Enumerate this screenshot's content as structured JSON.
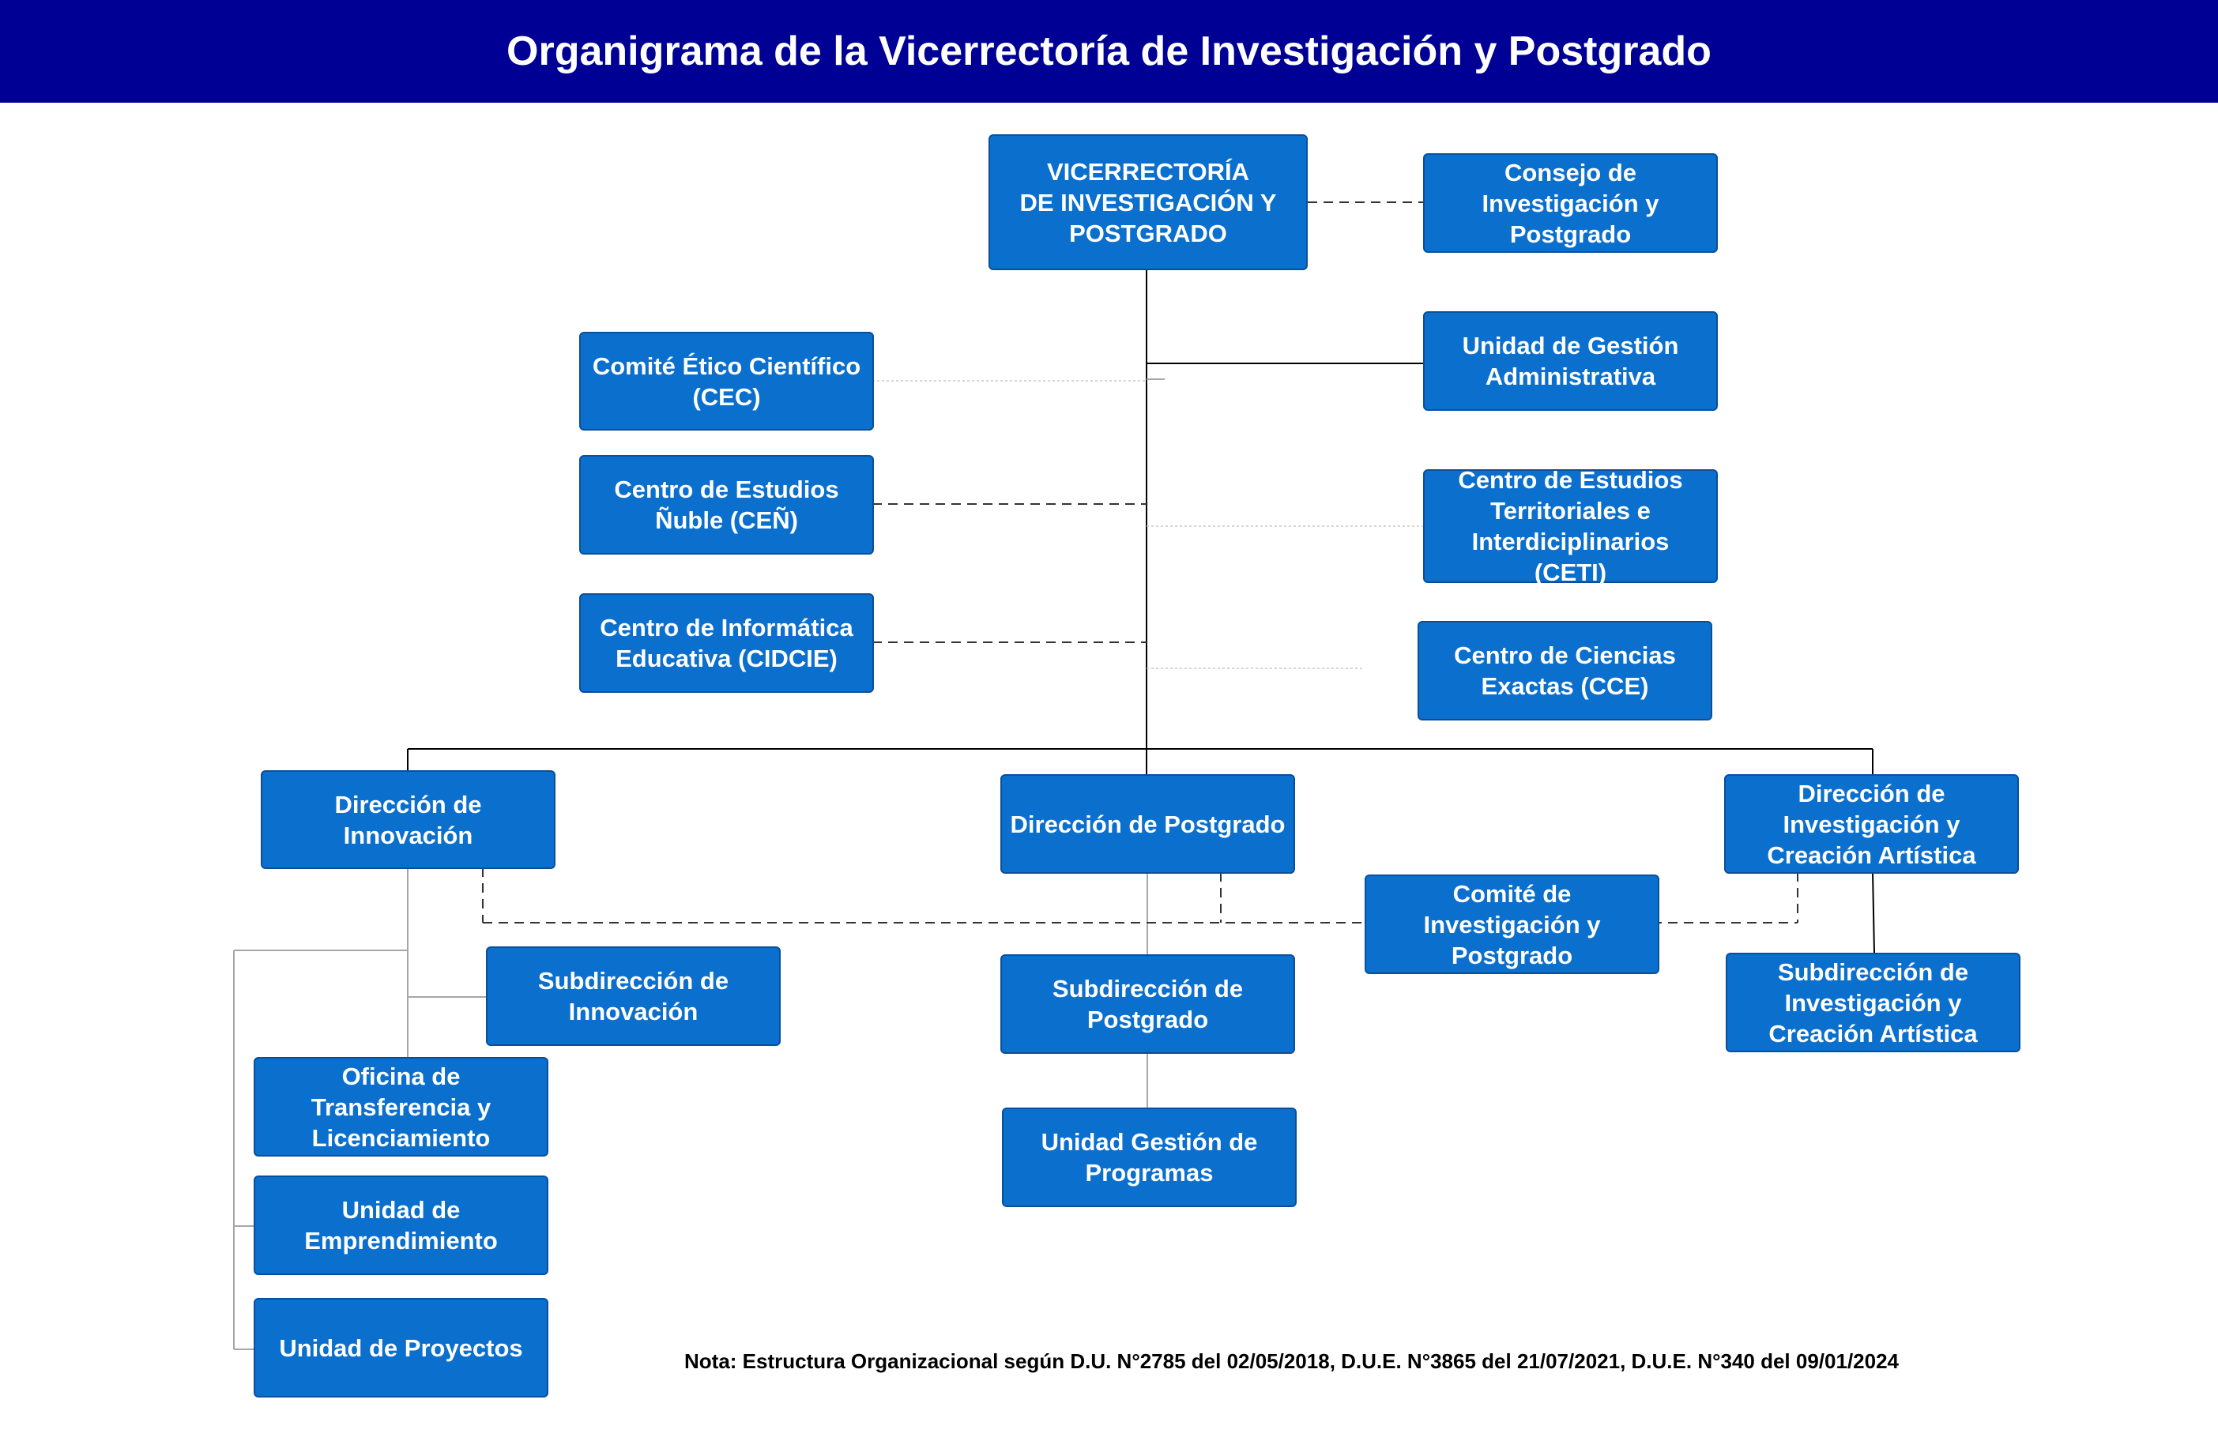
{
  "title": "Organigrama de la Vicerrectoría de Investigación y Postgrado",
  "colors": {
    "header_bg": "#000094",
    "box_fill": "#0a6fcd",
    "box_border": "#0a4f9a",
    "box_text": "#ffffff"
  },
  "units": {
    "vicerrectoria": "VICERRECTORÍA\nDE INVESTIGACIÓN Y\nPOSTGRADO",
    "consejo": "Consejo de\nInvestigación y\nPostgrado",
    "unidad_gestion_administrativa": "Unidad de Gestión\nAdministrativa",
    "comite_etico": "Comité Ético Científico\n(CEC)",
    "centro_nuble": "Centro de Estudios\nÑuble (CEÑ)",
    "ceti": "Centro de Estudios\nTerritoriales e\nInterdiciplinarios\n(CETI)",
    "cidcie": "Centro de Informática\nEducativa (CIDCIE)",
    "cce": "Centro de Ciencias\nExactas (CCE)",
    "direccion_innovacion": "Dirección de\nInnovación",
    "direccion_postgrado": "Dirección de Postgrado",
    "direccion_investigacion": "Dirección de\nInvestigación y\nCreación Artística",
    "comite_investigacion": "Comité de\nInvestigación y\nPostgrado",
    "subdireccion_innovacion": "Subdirección de\nInnovación",
    "subdireccion_postgrado": "Subdirección de\nPostgrado",
    "subdireccion_investigacion": "Subdirección de\nInvestigación y\nCreación Artística",
    "oficina_transferencia": "Oficina de\nTransferencia y\nLicenciamiento",
    "unidad_emprendimiento": "Unidad de\nEmprendimiento",
    "unidad_proyectos": "Unidad de Proyectos",
    "unidad_gestion_programas": "Unidad Gestión de\nProgramas"
  },
  "note": "Nota: Estructura Organizacional según D.U. N°2785 del 02/05/2018, D.U.E. N°3865 del 21/07/2021, D.U.E. N°340 del 09/01/2024"
}
